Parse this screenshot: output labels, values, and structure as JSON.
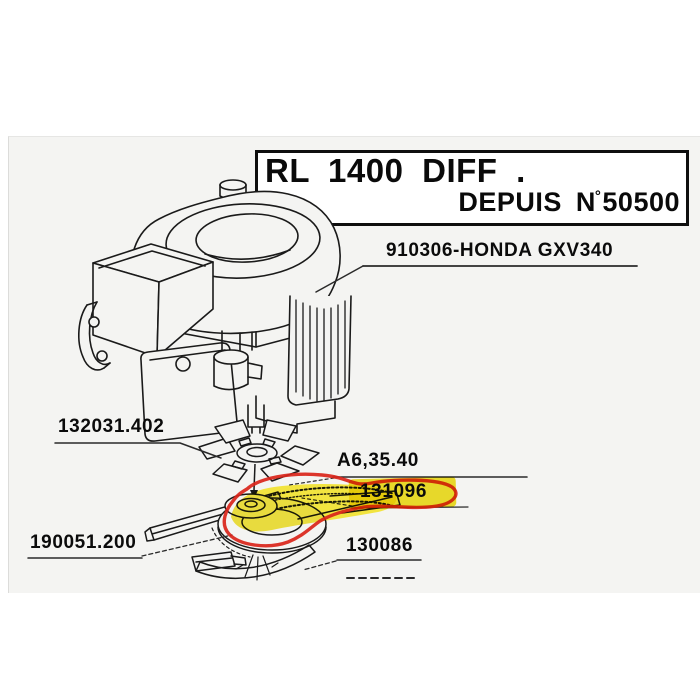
{
  "title_box": {
    "line1": "RL 1400 DIFF .",
    "line2_prefix": "DEPUIS N",
    "line2_degree": "°",
    "line2_number": "50500"
  },
  "labels": {
    "engine": "910306-HONDA GXV340",
    "fan": "132031.402",
    "belt": "A6,35.40",
    "clutch": "131096",
    "support": "190051.200",
    "arm": "130086"
  },
  "annotations": {
    "highlighted_part": "131096",
    "highlight_color": "#f2e22c",
    "pen_color": "#d9241a"
  },
  "colors": {
    "paper": "#f4f4f2",
    "ink": "#1a1a1a"
  }
}
